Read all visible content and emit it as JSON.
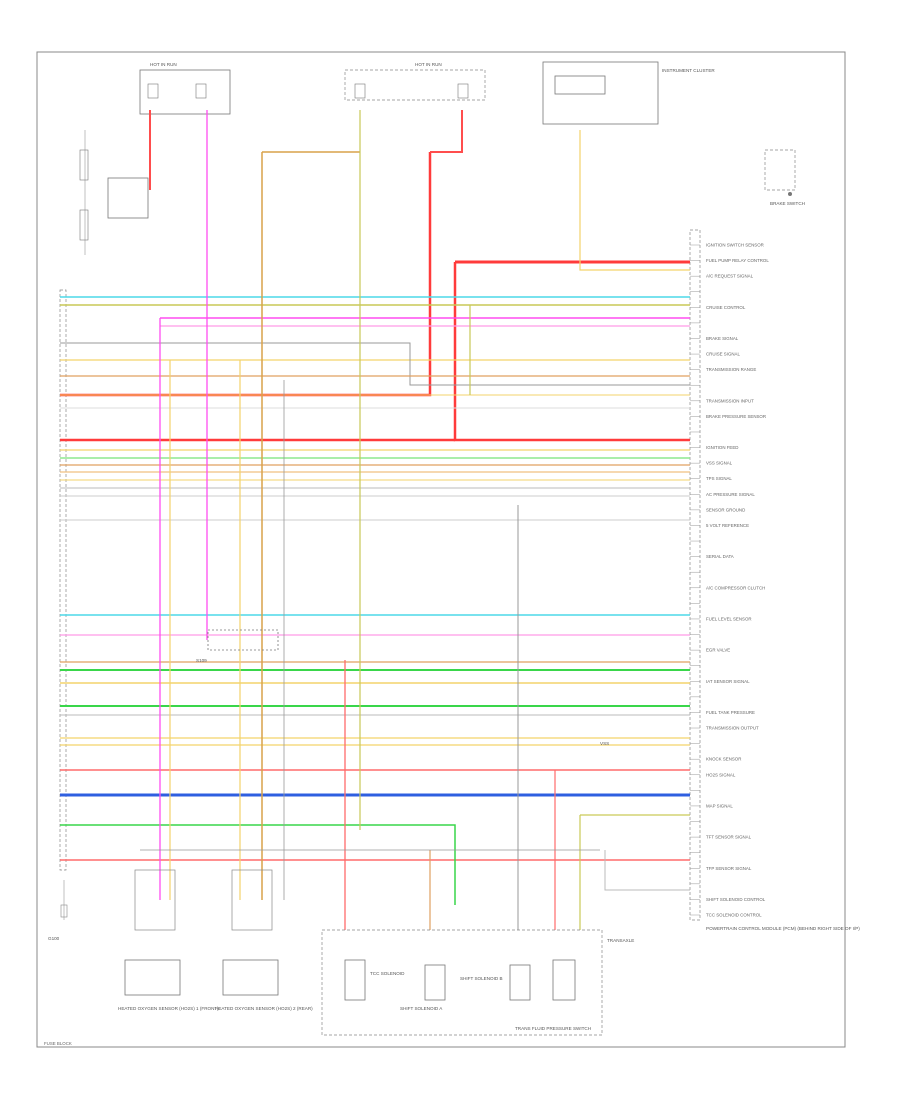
{
  "diagram": {
    "hot_in_run_label_left": "HOT IN RUN",
    "hot_in_run_label_right": "HOT IN RUN",
    "fuse_block_label": "FUSE BLOCK",
    "instrument_cluster_label": "INSTRUMENT CLUSTER",
    "brake_switch_label": "BRAKE SWITCH",
    "transaxle_label": "TRANSAXLE",
    "pcm_label": "POWERTRAIN CONTROL MODULE (PCM) (BEHIND RIGHT SIDE OF I/P)",
    "splice_label": "S109",
    "bottom_left_ref": "G100",
    "sensor_left_caption": "HEATED OXYGEN SENSOR (HO2S) 1 (FRONT)",
    "sensor_mid_caption": "HEATED OXYGEN SENSOR (HO2S) 2 (REAR)",
    "tcc_solenoid_label": "TCC SOLENOID",
    "shift_solenoid_a_label": "SHIFT SOLENOID A",
    "shift_solenoid_b_label": "SHIFT SOLENOID B",
    "pressure_switch_label": "TRANS FLUID PRESSURE SWITCH",
    "vss_label": "VSS"
  },
  "right_connector_labels": [
    "IGNITION SWITCH SENSOR",
    "FUEL PUMP RELAY CONTROL",
    "A/C REQUEST SIGNAL",
    "",
    "CRUISE CONTROL",
    "",
    "BRAKE SIGNAL",
    "CRUISE SIGNAL",
    "TRANSMISSION RANGE",
    "",
    "TRANSMISSION INPUT",
    "BRAKE PRESSURE SENSOR",
    "",
    "IGNITION FEED",
    "VSS SIGNAL",
    "TPS SIGNAL",
    "AC PRESSURE SIGNAL",
    "SENSOR GROUND",
    "5 VOLT REFERENCE",
    "",
    "SERIAL DATA",
    "",
    "A/C COMPRESSOR CLUTCH",
    "",
    "FUEL LEVEL SENSOR",
    "",
    "EGR VALVE",
    "",
    "IAT SENSOR SIGNAL",
    "",
    "FUEL TANK PRESSURE",
    "TRANSMISSION OUTPUT",
    "",
    "KNOCK SENSOR",
    "HO2S SIGNAL",
    "",
    "MAP SIGNAL",
    "",
    "TFT SENSOR SIGNAL",
    "",
    "TFP SENSOR SIGNAL",
    "",
    "SHIFT SOLENOID CONTROL",
    "TCC SOLENOID CONTROL"
  ],
  "wires": [
    {
      "color": "#ff3b3b",
      "label": "RED"
    },
    {
      "color": "#4dd9e8",
      "label": "LT BLU"
    },
    {
      "color": "#ff4df0",
      "label": "PNK"
    },
    {
      "color": "#f3d36b",
      "label": "TAN"
    },
    {
      "color": "#c9c957",
      "label": "YEL"
    },
    {
      "color": "#39d64a",
      "label": "GRN"
    },
    {
      "color": "#2f5fe0",
      "label": "DK BLU"
    },
    {
      "color": "#e0a060",
      "label": "ORN"
    },
    {
      "color": "#bbbbbb",
      "label": "GRY"
    },
    {
      "color": "#ffb3c6",
      "label": "PNK/BLK"
    }
  ]
}
